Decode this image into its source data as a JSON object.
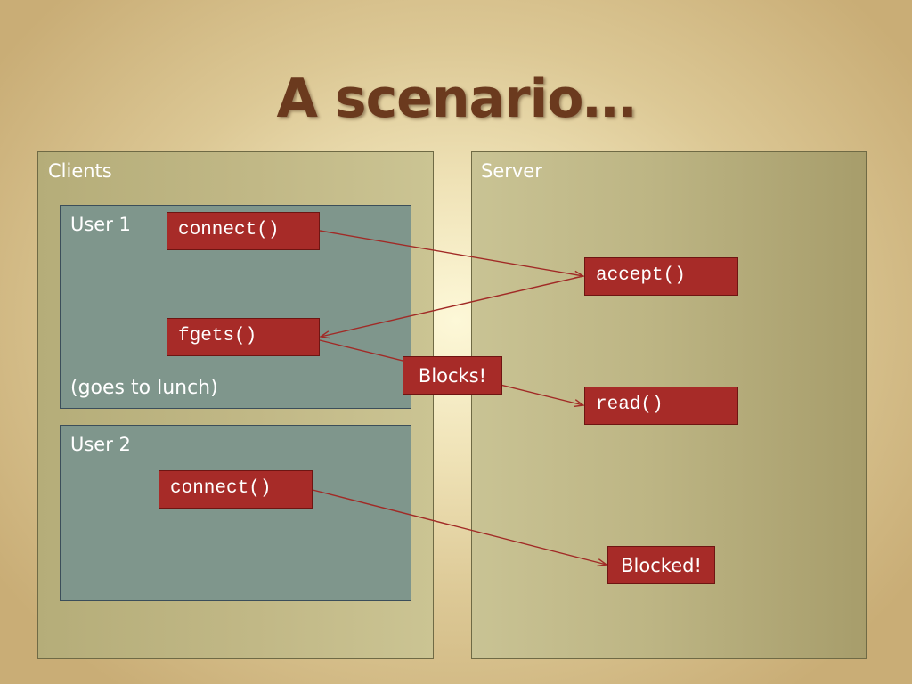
{
  "slide": {
    "title": "A scenario…"
  },
  "clients": {
    "label": "Clients",
    "user1": {
      "label": "User 1",
      "connect": "connect()",
      "fgets": "fgets()",
      "note": "(goes to lunch)"
    },
    "user2": {
      "label": "User 2",
      "connect": "connect()"
    }
  },
  "server": {
    "label": "Server",
    "accept": "accept()",
    "read": "read()",
    "blocked": "Blocked!"
  },
  "callout": {
    "blocks": "Blocks!"
  },
  "colors": {
    "box_red": "#a72b28",
    "arrow": "#a12a26",
    "user_box": "#7f968c",
    "title": "#6b3a1e"
  }
}
